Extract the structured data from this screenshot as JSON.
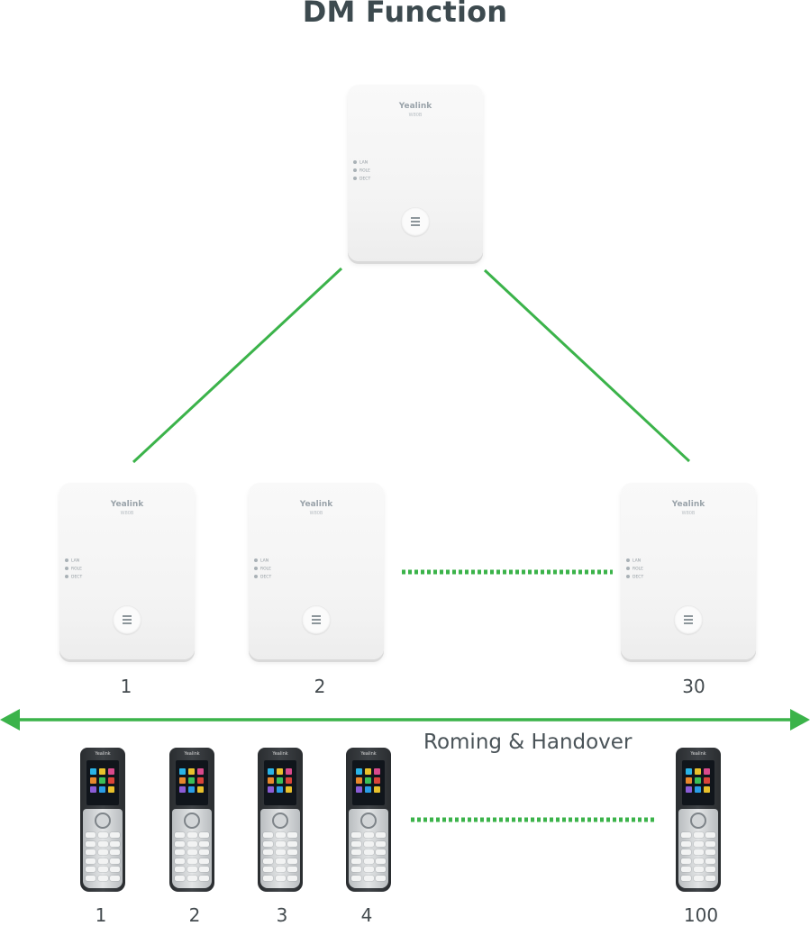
{
  "title": "DM Function",
  "colors": {
    "link_green": "#3bb34a",
    "title_text": "#3d4a4f",
    "device_white": "#f6f6f6"
  },
  "base_station_template": {
    "brand": "Yealink",
    "model": "W80B",
    "leds": [
      "LAN",
      "ROLE",
      "DECT"
    ],
    "icon": "menu-icon"
  },
  "base_stations": [
    {
      "role": "manager",
      "label": ""
    },
    {
      "role": "base",
      "label": "1"
    },
    {
      "role": "base",
      "label": "2"
    },
    {
      "role": "base",
      "label": "30"
    }
  ],
  "roaming_label": "Roming & Handover",
  "handset_template": {
    "brand": "Yealink"
  },
  "handsets": [
    {
      "label": "1"
    },
    {
      "label": "2"
    },
    {
      "label": "3"
    },
    {
      "label": "4"
    },
    {
      "label": "100"
    }
  ]
}
